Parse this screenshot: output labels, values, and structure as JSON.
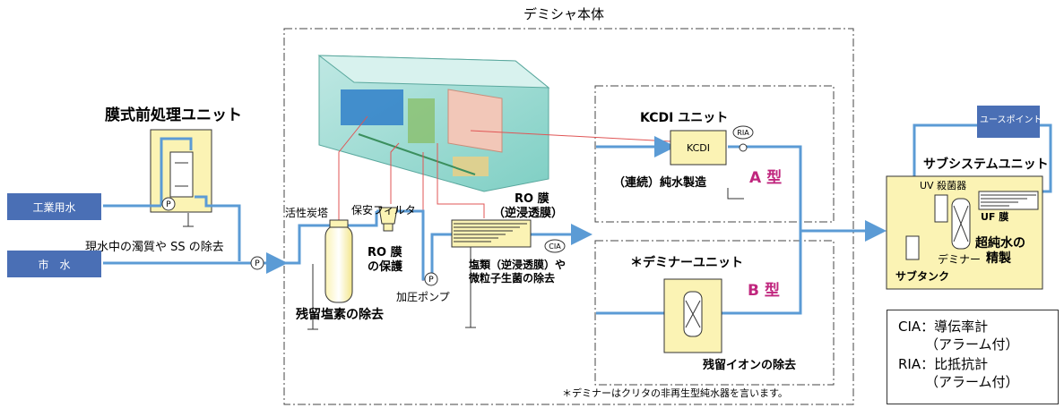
{
  "title": "デミシャ本体",
  "pretreatment": {
    "title": "膜式前処理ユニット",
    "caption": "現水中の濁質や SS の除去"
  },
  "sources": {
    "industrial_water": "工業用水",
    "city_water": "市　水"
  },
  "pump_symbol": "P",
  "carbon_tower": {
    "label": "活性炭塔",
    "caption": "残留塩素の除去"
  },
  "safety_filter": {
    "label": "保安フィルタ",
    "caption_line1": "RO 膜",
    "caption_line2": "の保護"
  },
  "booster_pump": "加圧ポンプ",
  "ro_membrane": {
    "title_line1": "RO 膜",
    "title_line2": "（逆浸透膜）",
    "caption_line1": "塩類（逆浸透膜）や",
    "caption_line2": "微粒子生菌の除去"
  },
  "cia_symbol": "CIA",
  "ria_symbol": "RIA",
  "kcdi_unit": {
    "title": "KCDI ユニット",
    "box_label": "KCDI",
    "caption": "（連続）純水製造",
    "type_label": "A 型"
  },
  "deminer_unit": {
    "title": "＊デミナーユニット",
    "caption": "残留イオンの除去",
    "type_label": "B 型"
  },
  "footnote": "＊デミナーはクリタの非再生型純水器を言います。",
  "use_point": "ユースポイント",
  "subsystem": {
    "title": "サブシステムユニット",
    "uv": "UV 殺菌器",
    "uf": "UF 膜",
    "deminer": "デミナー",
    "tank": "サブタンク",
    "product_line1": "超純水の",
    "product_line2": "精製"
  },
  "legend": {
    "cia_line1": "CIA：導伝率計",
    "cia_line2": "（アラーム付）",
    "ria_line1": "RIA：比抵抗計",
    "ria_line2": "（アラーム付）"
  },
  "colors": {
    "pipe": "#5b9bd5",
    "unit_fill": "#fbf3b4",
    "source_fill": "#4a6fb5",
    "type_label": "#c0267e",
    "container": "#7fcfc4",
    "red_line": "#e05555"
  }
}
